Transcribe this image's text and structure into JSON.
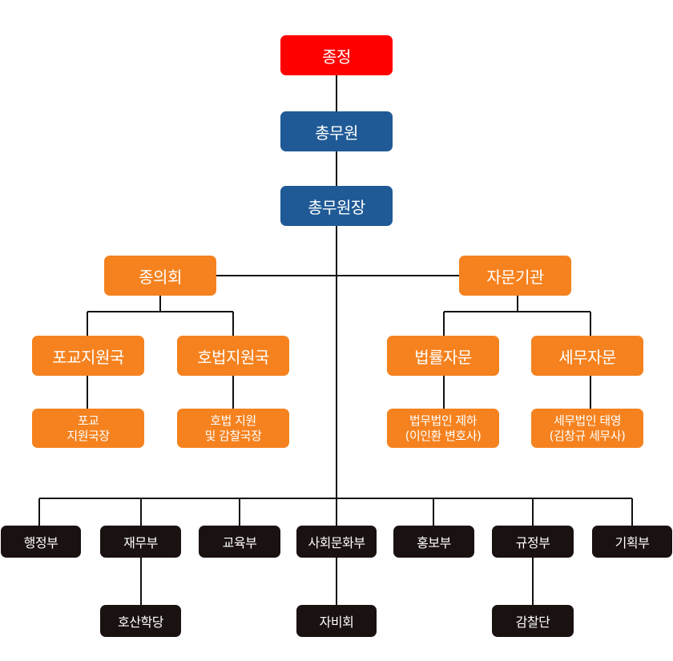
{
  "colors": {
    "top": "#ff0000",
    "executive": "#1f5a96",
    "council": "#f5821f",
    "department": "#1a1111",
    "line": "#111111"
  },
  "top": {
    "label": "종정"
  },
  "executive": {
    "label": "총무원"
  },
  "director": {
    "label": "총무원장"
  },
  "council": {
    "label": "종의회",
    "branches": [
      {
        "label": "포교지원국",
        "sub": "포교\n지원국장"
      },
      {
        "label": "호법지원국",
        "sub": "호법 지원\n및 감찰국장"
      }
    ]
  },
  "advisory": {
    "label": "자문기관",
    "branches": [
      {
        "label": "법률자문",
        "sub": "법무법인 제하\n(이인환 변호사)"
      },
      {
        "label": "세무자문",
        "sub": "세무법인 태영\n(김창규 세무사)"
      }
    ]
  },
  "departments": [
    {
      "label": "행정부"
    },
    {
      "label": "재무부",
      "sub": "호산학당"
    },
    {
      "label": "교육부"
    },
    {
      "label": "사회문화부",
      "sub": "자비회"
    },
    {
      "label": "홍보부"
    },
    {
      "label": "규정부",
      "sub": "감찰단"
    },
    {
      "label": "기획부"
    }
  ]
}
